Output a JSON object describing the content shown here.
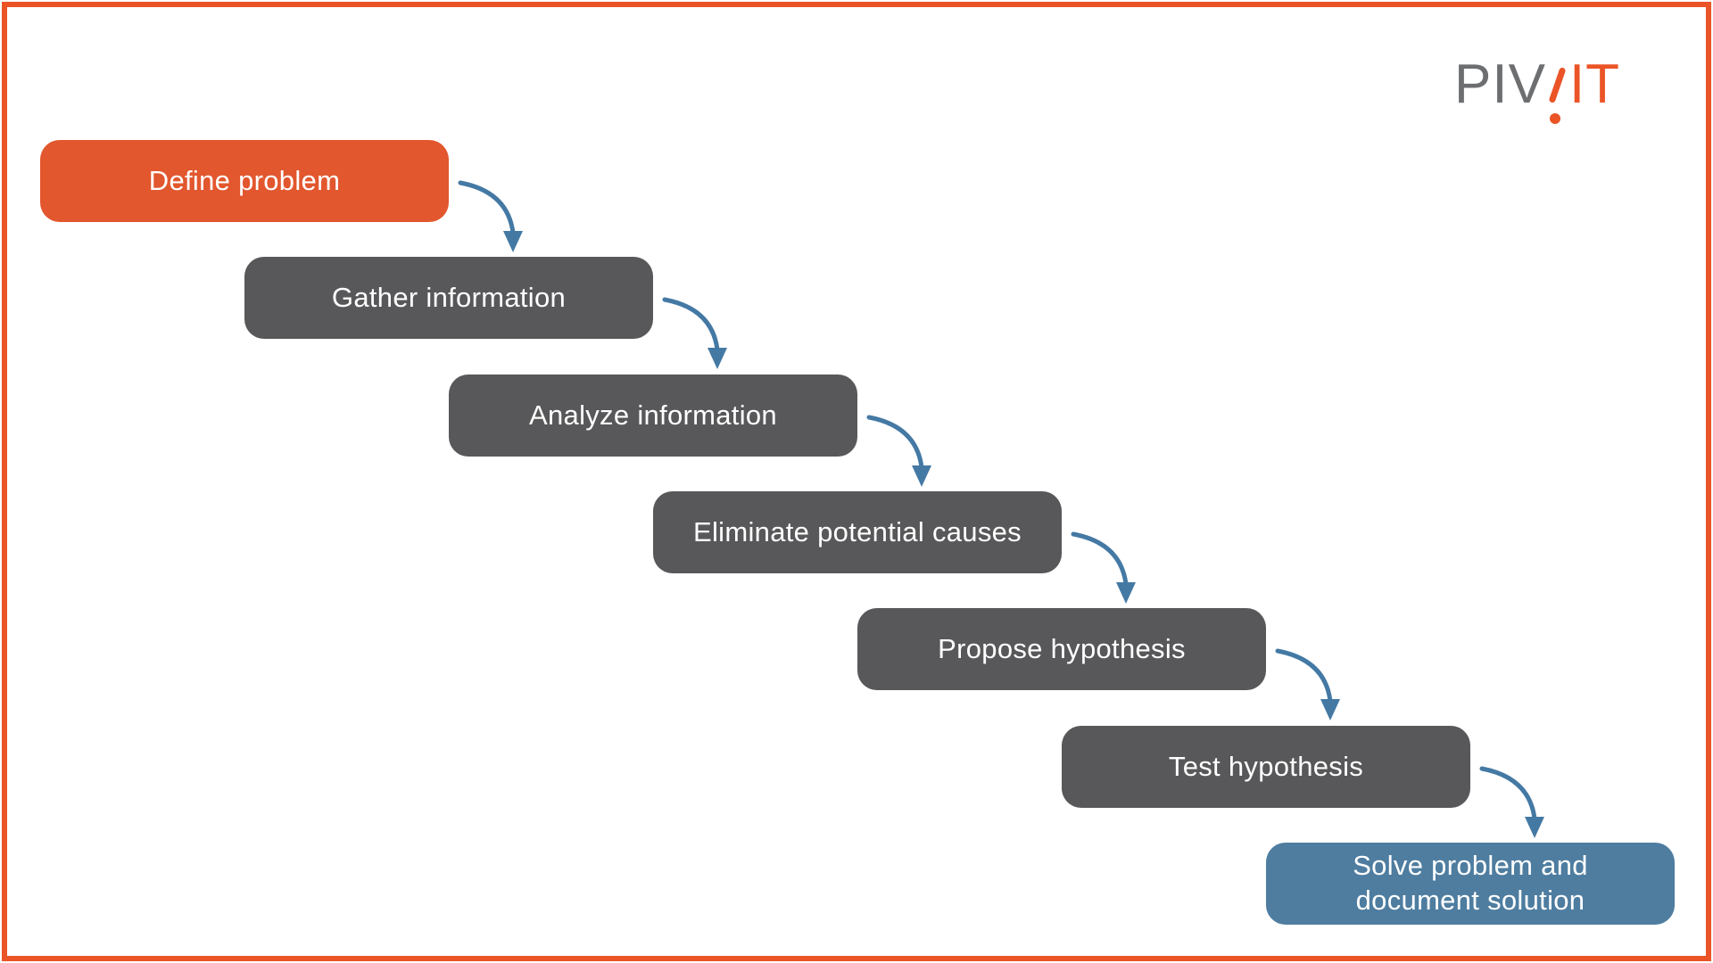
{
  "logo": {
    "gray_text": "PIV",
    "orange_text": "IT",
    "gray_color": "#6C6E70",
    "orange_color": "#EB5427"
  },
  "frame": {
    "border_color": "#EB5427"
  },
  "diagram": {
    "arrow_color": "#4479A4",
    "text_color": "#FFFFFF",
    "steps": [
      {
        "label": "Define problem",
        "color": "#E2572E"
      },
      {
        "label": "Gather information",
        "color": "#58585A"
      },
      {
        "label": "Analyze information",
        "color": "#58585A"
      },
      {
        "label": "Eliminate potential causes",
        "color": "#58585A"
      },
      {
        "label": "Propose hypothesis",
        "color": "#58585A"
      },
      {
        "label": "Test hypothesis",
        "color": "#58585A"
      },
      {
        "label": "Solve problem and document solution",
        "color": "#4E7DA0"
      }
    ]
  }
}
